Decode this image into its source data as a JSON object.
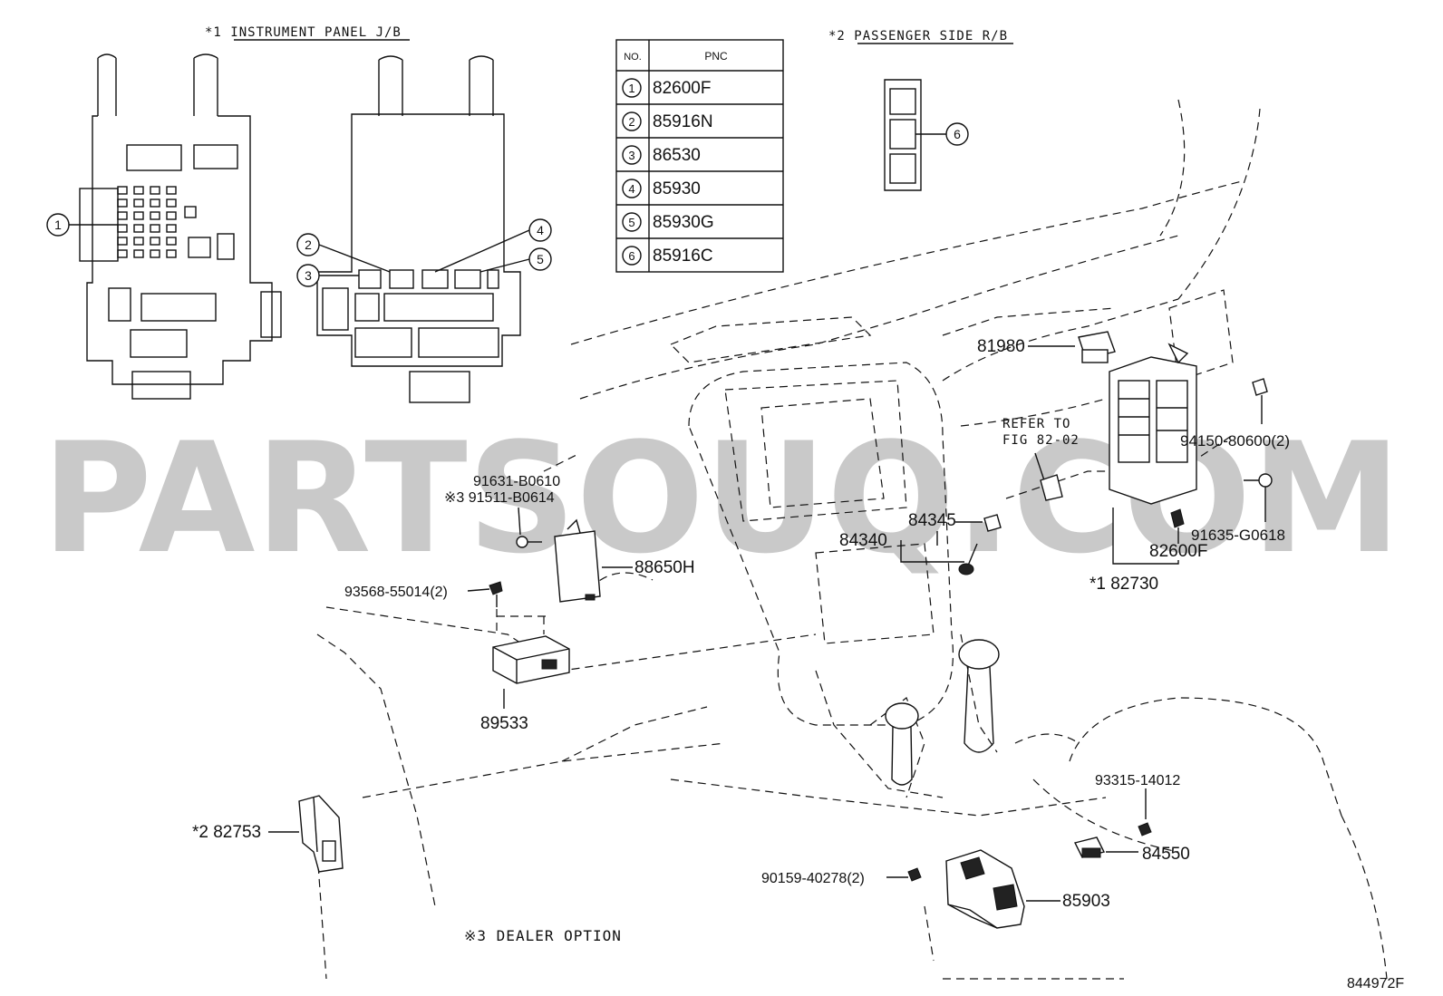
{
  "headers": {
    "instrument_panel": "*1 INSTRUMENT PANEL J/B",
    "passenger_side": "*2 PASSENGER SIDE R/B",
    "dealer_option": "※3 DEALER OPTION",
    "refer_line1": "REFER TO",
    "refer_line2": "FIG 82-02"
  },
  "table": {
    "col_no": "NO.",
    "col_pnc": "PNC",
    "rows": [
      {
        "no": "1",
        "pnc": "82600F"
      },
      {
        "no": "2",
        "pnc": "85916N"
      },
      {
        "no": "3",
        "pnc": "86530"
      },
      {
        "no": "4",
        "pnc": "85930"
      },
      {
        "no": "5",
        "pnc": "85930G"
      },
      {
        "no": "6",
        "pnc": "85916C"
      }
    ]
  },
  "callouts": {
    "c1": "1",
    "c2": "2",
    "c3": "3",
    "c4": "4",
    "c5": "5",
    "c6": "6"
  },
  "parts": {
    "p81980": "81980",
    "p94150": "94150-80600(2)",
    "p91631": "91631-B0610",
    "p91511": "※3 91511-B0614",
    "p84345": "84345",
    "p84340": "84340",
    "p88650h": "88650H",
    "p93568": "93568-55014(2)",
    "p91635": "91635-G0618",
    "p82600f": "82600F",
    "p82730": "*1 82730",
    "p89533": "89533",
    "p82753": "*2 82753",
    "p93315": "93315-14012",
    "p84550": "84550",
    "p90159": "90159-40278(2)",
    "p85903": "85903"
  },
  "figure_id": "844972F",
  "watermark": "PARTSOUQ.COM"
}
